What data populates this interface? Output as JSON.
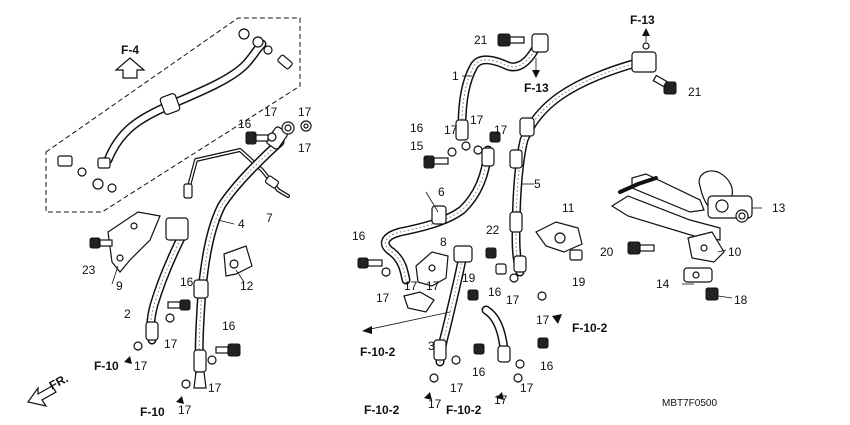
{
  "diagram": {
    "code": "MBT7F0500",
    "front": "FR.",
    "refs": {
      "f4": "F-4",
      "f13a": "F-13",
      "f13b": "F-13",
      "f10a": "F-10",
      "f10b": "F-10",
      "f102a": "F-10-2",
      "f102b": "F-10-2",
      "f102c": "F-10-2",
      "f102d": "F-10-2"
    },
    "labels": {
      "l1": "1",
      "l2": "2",
      "l3": "3",
      "l4": "4",
      "l5": "5",
      "l6": "6",
      "l7": "7",
      "l8": "8",
      "l9": "9",
      "l10": "10",
      "l11": "11",
      "l12": "12",
      "l13": "13",
      "l14": "14",
      "l15": "15",
      "l16a": "16",
      "l16b": "16",
      "l16c": "16",
      "l16d": "16",
      "l16e": "16",
      "l16f": "16",
      "l16g": "16",
      "l16h": "16",
      "l17a": "17",
      "l17b": "17",
      "l17c": "17",
      "l17d": "17",
      "l17e": "17",
      "l17f": "17",
      "l17g": "17",
      "l17h": "17",
      "l17i": "17",
      "l17j": "17",
      "l17k": "17",
      "l17l": "17",
      "l17m": "17",
      "l17n": "17",
      "l17o": "17",
      "l17p": "17",
      "l17q": "17",
      "l17r": "17",
      "l17s": "17",
      "l18": "18",
      "l19a": "19",
      "l19b": "19",
      "l20": "20",
      "l21a": "21",
      "l21b": "21",
      "l22": "22",
      "l23": "23"
    }
  }
}
